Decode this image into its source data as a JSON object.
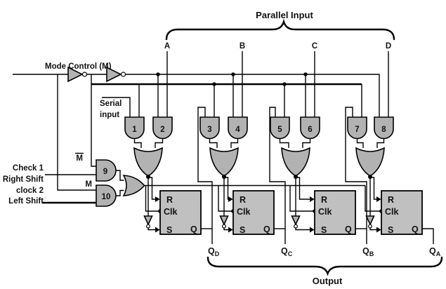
{
  "diagram": {
    "colors": {
      "background": "#ffffff",
      "wire": "#000000",
      "gate_fill": "#b2b2b2",
      "flip_flop_fill": "#c0c0c0"
    },
    "labels": {
      "parallel_input": "Parallel Input",
      "output": "Output",
      "mode_control": "Mode Control (M)",
      "serial_line1": "Serial",
      "serial_line2": "input",
      "check_1": "Check 1",
      "right_shift": "Right Shift",
      "clock_2": "clock 2",
      "left_shift": "Left Shift",
      "m": "M",
      "m_bar": "M"
    },
    "parallel_inputs": [
      "A",
      "B",
      "C",
      "D"
    ],
    "and_gate_numbers": [
      "1",
      "2",
      "3",
      "4",
      "5",
      "6",
      "7",
      "8"
    ],
    "clock_gate_numbers": [
      "9",
      "10"
    ],
    "flip_flop": {
      "r": "R",
      "clk": "Clk",
      "s": "S",
      "q": "Q"
    },
    "outputs": [
      {
        "q": "Q",
        "sub": "D"
      },
      {
        "q": "Q",
        "sub": "C"
      },
      {
        "q": "Q",
        "sub": "B"
      },
      {
        "q": "Q",
        "sub": "A"
      }
    ]
  }
}
